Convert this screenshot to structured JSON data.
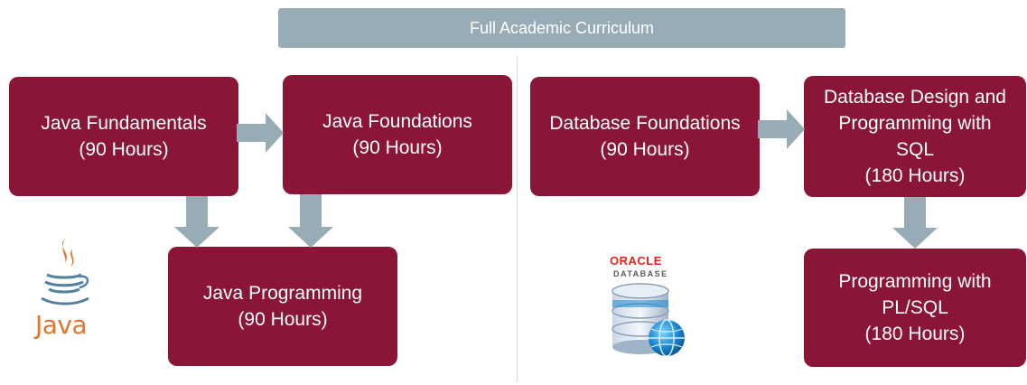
{
  "banner": {
    "title": "Full Academic Curriculum"
  },
  "courses": {
    "java_fundamentals": {
      "name": "Java Fundamentals",
      "hours": "(90 Hours)"
    },
    "java_foundations": {
      "name": "Java Foundations",
      "hours": "(90 Hours)"
    },
    "java_programming": {
      "name": "Java Programming",
      "hours": "(90 Hours)"
    },
    "database_foundations": {
      "name": "Database Foundations",
      "hours": "(90 Hours)"
    },
    "database_design": {
      "name_line1": "Database Design and",
      "name_line2": "Programming with",
      "name_line3": "SQL",
      "hours": "(180 Hours)"
    },
    "plsql": {
      "name_line1": "Programming with",
      "name_line2": "PL/SQL",
      "hours": "(180 Hours)"
    }
  },
  "logos": {
    "java": {
      "text": "Java"
    },
    "oracle": {
      "brand": "ORACLE",
      "product": "DATABASE"
    }
  },
  "colors": {
    "box": "#8b1537",
    "arrow": "#97acb5",
    "banner": "#97acb5",
    "java_orange": "#e2742b",
    "java_blue": "#5382a1",
    "oracle_red": "#e6231e"
  },
  "icons": [
    "arrow-right-icon",
    "arrow-down-icon",
    "java-logo-icon",
    "oracle-database-icon"
  ]
}
